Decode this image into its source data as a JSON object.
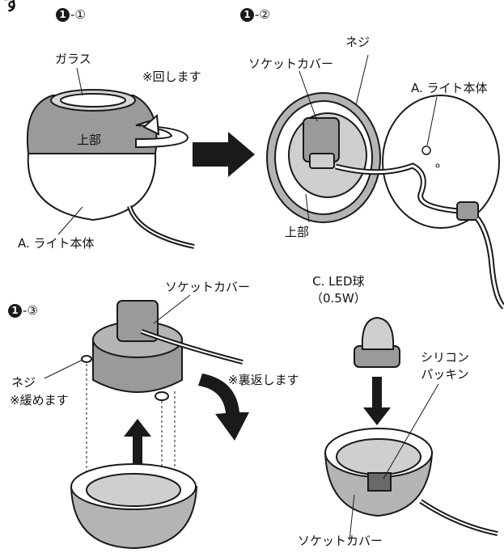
{
  "header_char": "す",
  "steps": {
    "s1": {
      "dot": "1",
      "sub": "-①"
    },
    "s2": {
      "dot": "1",
      "sub": "-②"
    },
    "s3": {
      "dot": "1",
      "sub": "-③"
    }
  },
  "labels": {
    "glass": "ガラス",
    "rotate": "※回します",
    "upper_part_1": "上部",
    "light_body_1": "A. ライト本体",
    "socket_cover_2": "ソケットカバー",
    "screw_2": "ネジ",
    "light_body_2": "A. ライト本体",
    "upper_part_2": "上部",
    "socket_cover_3": "ソケットカバー",
    "flip": "※裏返します",
    "screw_3": "ネジ",
    "loosen": "※緩めます",
    "led_bulb": "C. LED球\n（0.5W）",
    "silicon_packing": "シリコン\nパッキン",
    "socket_cover_4": "ソケットカバー"
  },
  "colors": {
    "line": "#1a1a1a",
    "upper_gray": "#9a9a9a",
    "light_gray": "#cfcfcf",
    "mid_gray": "#b4b4b4"
  }
}
